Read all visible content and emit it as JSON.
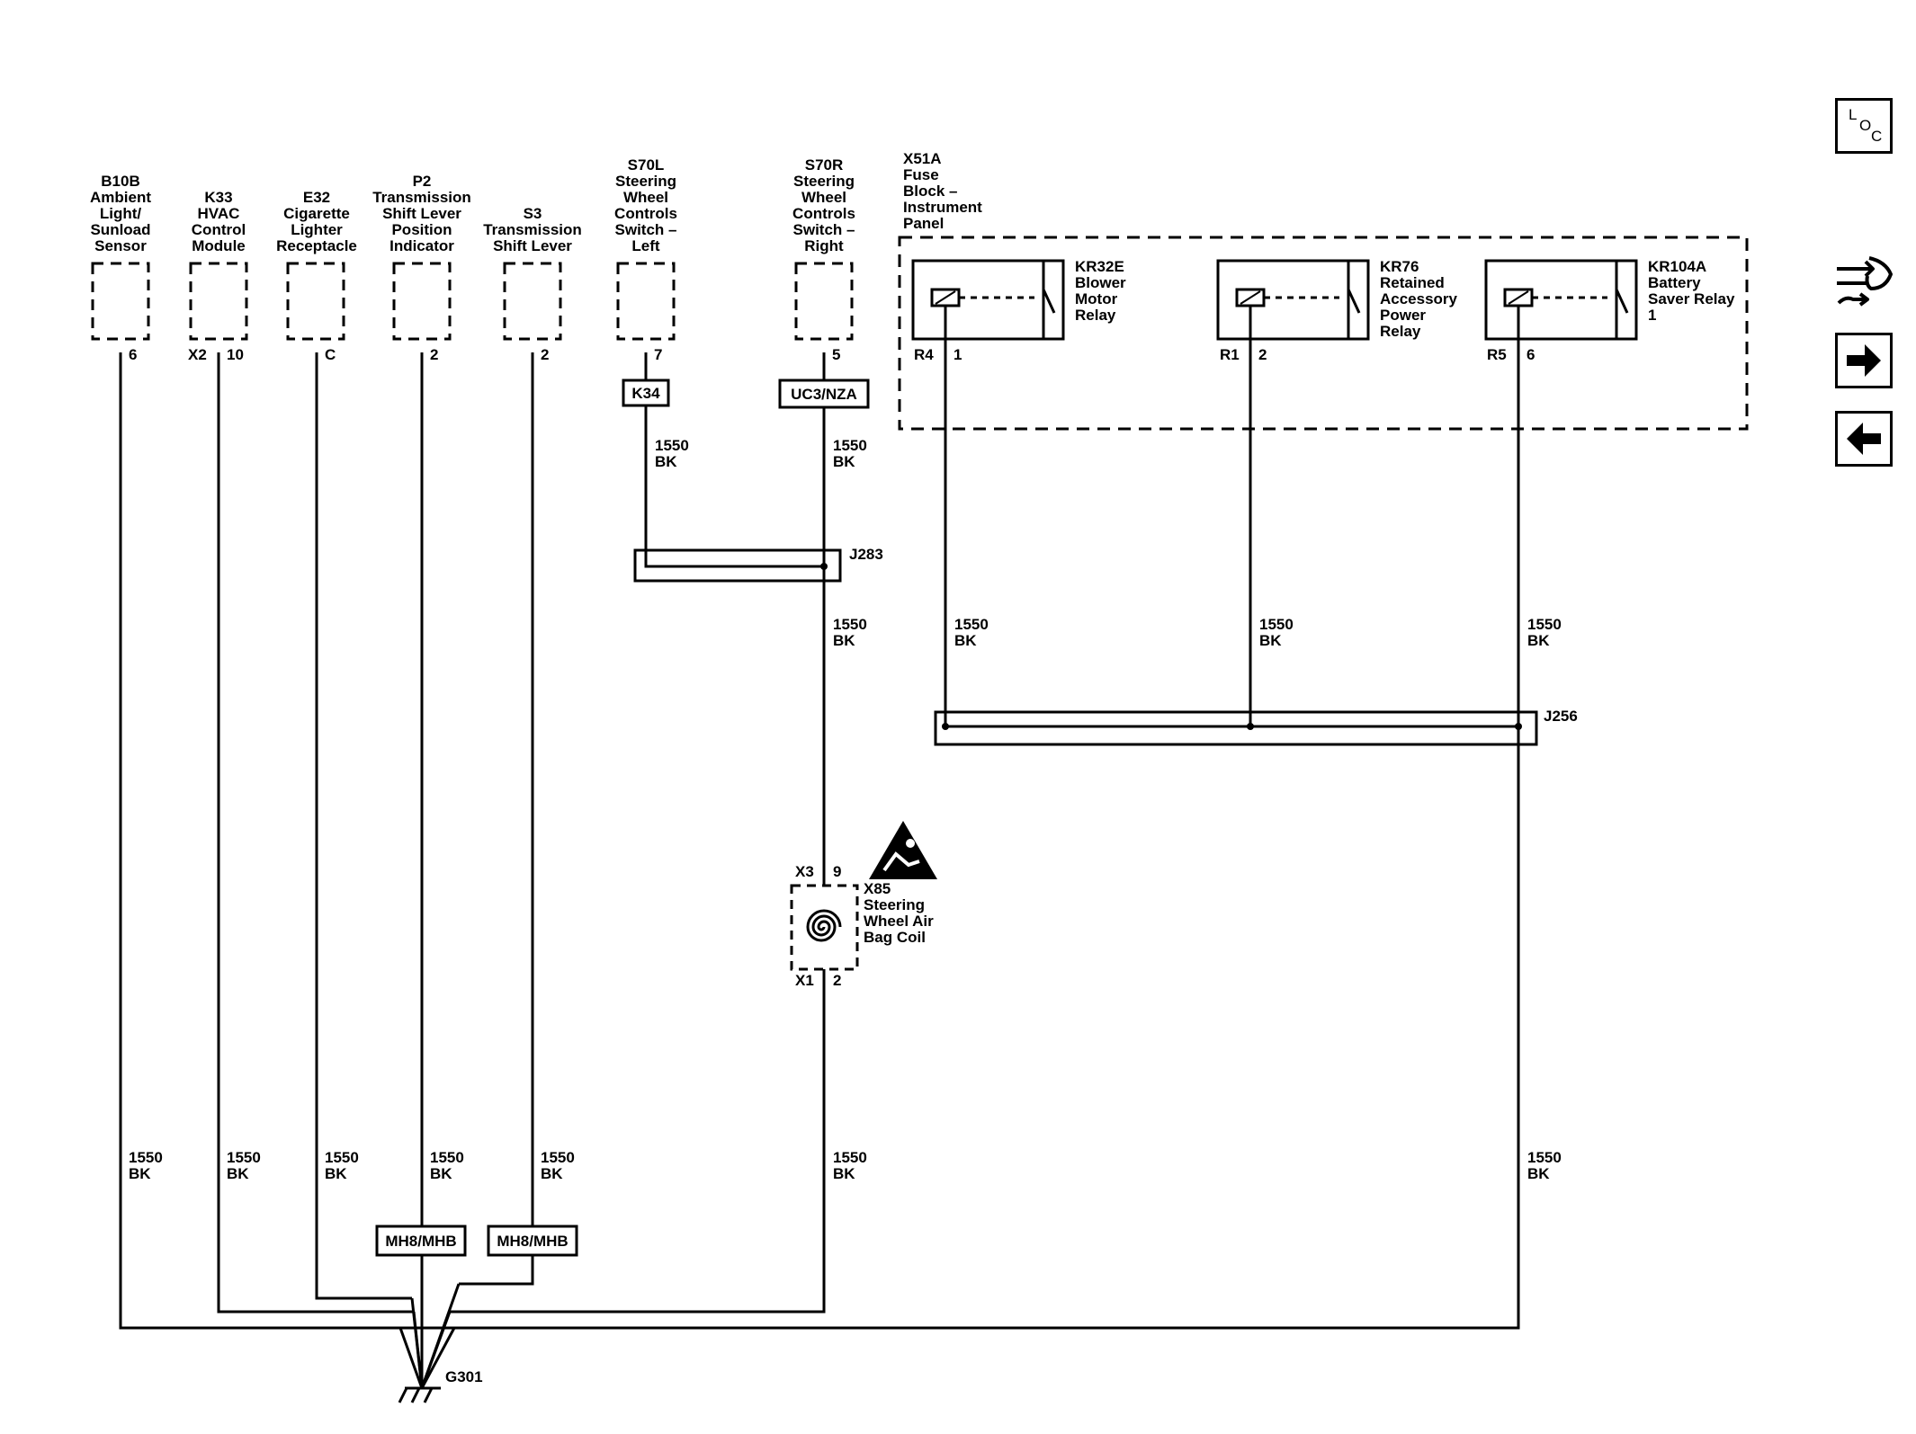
{
  "components": [
    {
      "id": "B10B",
      "desc": [
        "Ambient",
        "Light/",
        "Sunload",
        "Sensor"
      ],
      "pin": "6",
      "conn": ""
    },
    {
      "id": "K33",
      "desc": [
        "HVAC",
        "Control",
        "Module"
      ],
      "pin": "10",
      "conn": "X2"
    },
    {
      "id": "E32",
      "desc": [
        "Cigarette",
        "Lighter",
        "Receptacle"
      ],
      "pin": "C",
      "conn": ""
    },
    {
      "id": "P2",
      "desc": [
        "Transmission",
        "Shift Lever",
        "Position",
        "Indicator"
      ],
      "pin": "2",
      "conn": ""
    },
    {
      "id": "S3",
      "desc": [
        "Transmission",
        "Shift Lever"
      ],
      "pin": "2",
      "conn": ""
    },
    {
      "id": "S70L",
      "desc": [
        "Steering",
        "Wheel",
        "Controls",
        "Switch –",
        "Left"
      ],
      "pin": "7",
      "conn": ""
    },
    {
      "id": "S70R",
      "desc": [
        "Steering",
        "Wheel",
        "Controls",
        "Switch –",
        "Right"
      ],
      "pin": "5",
      "conn": ""
    }
  ],
  "fuse_block": {
    "id": "X51A",
    "desc": [
      "Fuse",
      "Block –",
      "Instrument",
      "Panel"
    ]
  },
  "relays": [
    {
      "id": "KR32E",
      "desc": [
        "Blower",
        "Motor",
        "Relay"
      ],
      "conn": "R4",
      "pin": "1"
    },
    {
      "id": "KR76",
      "desc": [
        "Retained",
        "Accessory",
        "Power",
        "Relay"
      ],
      "conn": "R1",
      "pin": "2"
    },
    {
      "id": "KR104A",
      "desc": [
        "Battery",
        "Saver Relay",
        "1"
      ],
      "conn": "R5",
      "pin": "6"
    }
  ],
  "options": {
    "k34": "K34",
    "uc3": "UC3/NZA",
    "mh8a": "MH8/MHB",
    "mh8b": "MH8/MHB"
  },
  "splices": {
    "j283": "J283",
    "j256": "J256"
  },
  "wire": {
    "circuit": "1550",
    "color": "BK"
  },
  "coil": {
    "id": "X85",
    "desc": [
      "Steering",
      "Wheel Air",
      "Bag Coil"
    ],
    "top_conn": "X3",
    "top_pin": "9",
    "bot_conn": "X1",
    "bot_pin": "2"
  },
  "ground": {
    "id": "G301"
  },
  "nav": {
    "loc": [
      "L",
      "O",
      "C"
    ],
    "icons": [
      "schematic-swap-icon",
      "arrow-right-icon",
      "arrow-left-icon"
    ]
  }
}
